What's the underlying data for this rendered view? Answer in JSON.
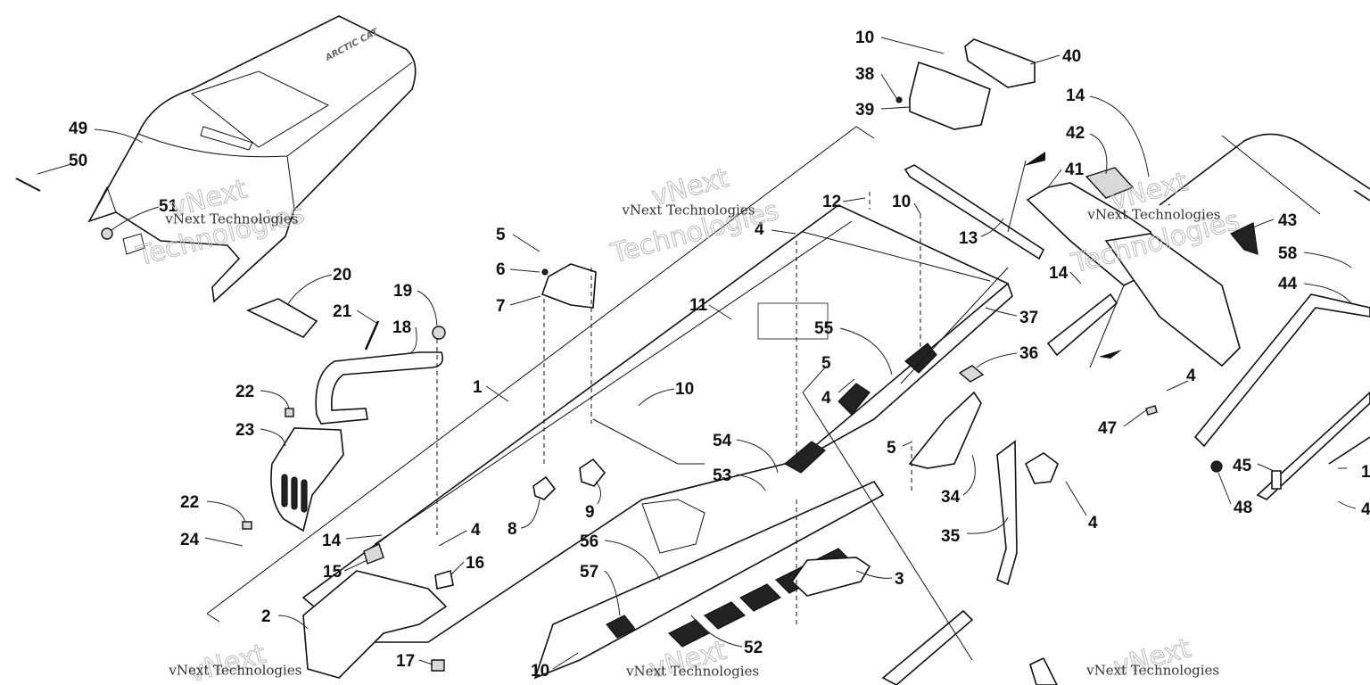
{
  "callouts": [
    {
      "id": "c1",
      "label": "1"
    },
    {
      "id": "c2",
      "label": "2"
    },
    {
      "id": "c3",
      "label": "3"
    },
    {
      "id": "c4a",
      "label": "4"
    },
    {
      "id": "c4b",
      "label": "4"
    },
    {
      "id": "c4c",
      "label": "4"
    },
    {
      "id": "c4d",
      "label": "4"
    },
    {
      "id": "c4e",
      "label": "4"
    },
    {
      "id": "c5a",
      "label": "5"
    },
    {
      "id": "c5b",
      "label": "5"
    },
    {
      "id": "c5c",
      "label": "5"
    },
    {
      "id": "c6",
      "label": "6"
    },
    {
      "id": "c7",
      "label": "7"
    },
    {
      "id": "c8",
      "label": "8"
    },
    {
      "id": "c9",
      "label": "9"
    },
    {
      "id": "c10a",
      "label": "10"
    },
    {
      "id": "c10b",
      "label": "10"
    },
    {
      "id": "c10c",
      "label": "10"
    },
    {
      "id": "c10d",
      "label": "10"
    },
    {
      "id": "c11",
      "label": "11"
    },
    {
      "id": "c12",
      "label": "12"
    },
    {
      "id": "c13",
      "label": "13"
    },
    {
      "id": "c14a",
      "label": "14"
    },
    {
      "id": "c14b",
      "label": "14"
    },
    {
      "id": "c14c",
      "label": "14"
    },
    {
      "id": "c15",
      "label": "15"
    },
    {
      "id": "c16",
      "label": "16"
    },
    {
      "id": "c17",
      "label": "17"
    },
    {
      "id": "c18",
      "label": "18"
    },
    {
      "id": "c19",
      "label": "19"
    },
    {
      "id": "c20",
      "label": "20"
    },
    {
      "id": "c21",
      "label": "21"
    },
    {
      "id": "c22a",
      "label": "22"
    },
    {
      "id": "c22b",
      "label": "22"
    },
    {
      "id": "c23",
      "label": "23"
    },
    {
      "id": "c24",
      "label": "24"
    },
    {
      "id": "c34",
      "label": "34"
    },
    {
      "id": "c35",
      "label": "35"
    },
    {
      "id": "c36",
      "label": "36"
    },
    {
      "id": "c37",
      "label": "37"
    },
    {
      "id": "c38",
      "label": "38"
    },
    {
      "id": "c39",
      "label": "39"
    },
    {
      "id": "c40",
      "label": "40"
    },
    {
      "id": "c41",
      "label": "41"
    },
    {
      "id": "c42",
      "label": "42"
    },
    {
      "id": "c43",
      "label": "43"
    },
    {
      "id": "c44",
      "label": "44"
    },
    {
      "id": "c45",
      "label": "45"
    },
    {
      "id": "c47",
      "label": "47"
    },
    {
      "id": "c48",
      "label": "48"
    },
    {
      "id": "c49",
      "label": "49"
    },
    {
      "id": "c50",
      "label": "50"
    },
    {
      "id": "c51",
      "label": "51"
    },
    {
      "id": "c52",
      "label": "52"
    },
    {
      "id": "c53",
      "label": "53"
    },
    {
      "id": "c54",
      "label": "54"
    },
    {
      "id": "c55",
      "label": "55"
    },
    {
      "id": "c56",
      "label": "56"
    },
    {
      "id": "c57",
      "label": "57"
    },
    {
      "id": "c58",
      "label": "58"
    },
    {
      "id": "c1r",
      "label": "1"
    },
    {
      "id": "c4r",
      "label": "4"
    }
  ],
  "watermark": {
    "text": "vNext Technologies",
    "brand": "vNext",
    "word": "Technologies"
  },
  "seat_logo": "ARCTIC CAT"
}
